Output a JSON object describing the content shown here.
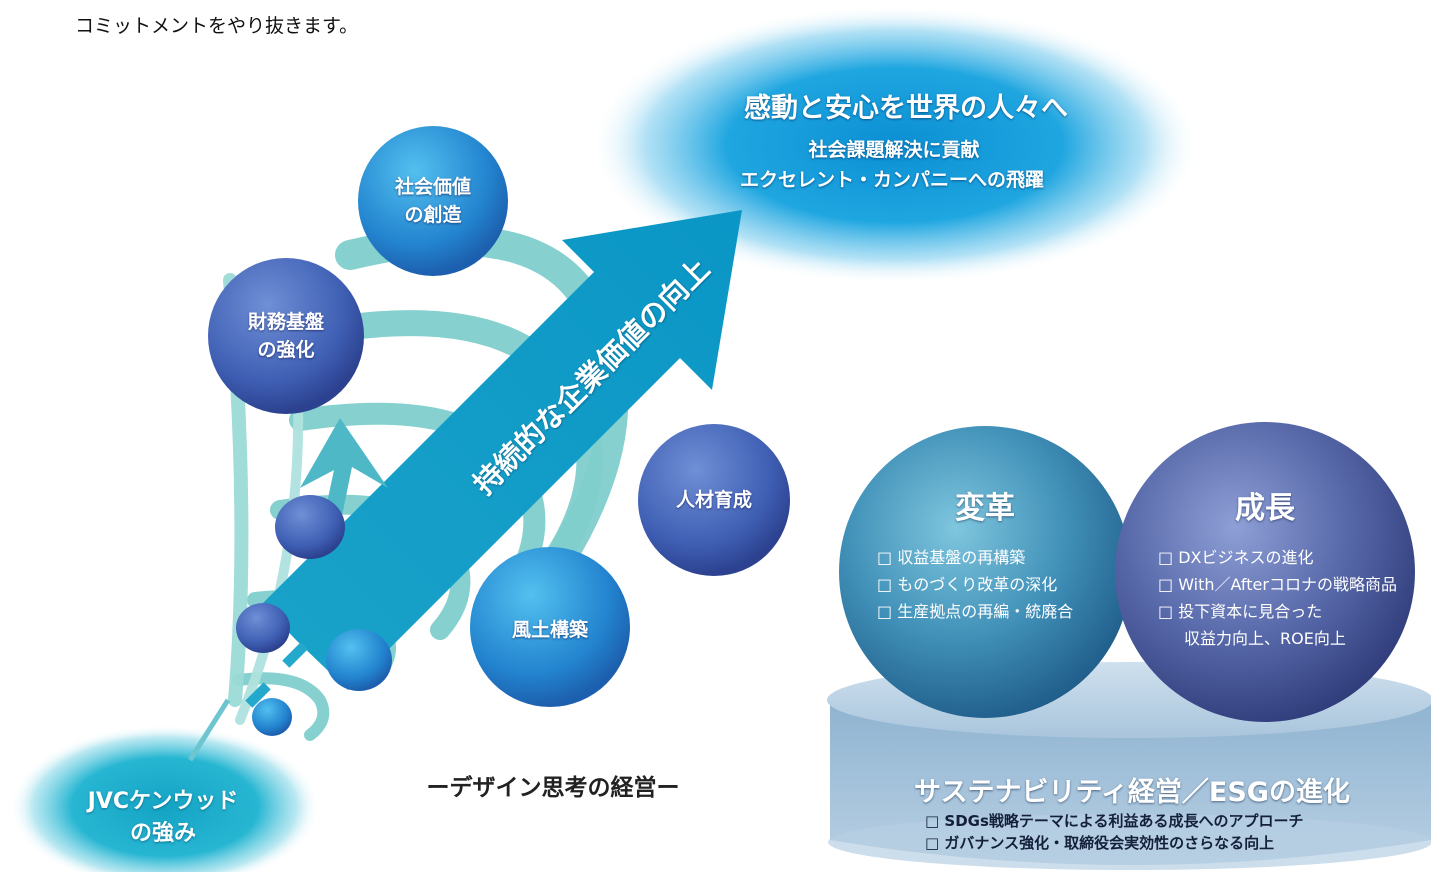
{
  "lead_text": "コミットメントをやり抜きます。",
  "goal": {
    "title": "感動と安心を世界の人々へ",
    "lines": [
      "社会課題解決に貢献",
      "エクセレント・カンパニーへの飛躍"
    ]
  },
  "arrow_label": "持続的な企業価値の向上",
  "bubbles": {
    "social_value": [
      "社会価値",
      "の創造"
    ],
    "finance": [
      "財務基盤",
      "の強化"
    ],
    "human": "人材育成",
    "culture": "風土構築"
  },
  "strength": [
    "JVCケンウッド",
    "の強み"
  ],
  "design_management": "ーデザイン思考の経営ー",
  "reform": {
    "title": "変革",
    "items": [
      "□ 収益基盤の再構築",
      "□ ものづくり改革の深化",
      "□ 生産拠点の再編・統廃合"
    ]
  },
  "growth": {
    "title": "成長",
    "items": [
      "□ DXビジネスの進化",
      "□ With／Afterコロナの戦略商品",
      "□ 投下資本に見合った",
      "収益力向上、ROE向上"
    ]
  },
  "pedestal": {
    "title": "サステナビリティ経営／ESGの進化",
    "items": [
      "□ SDGs戦略テーマによる利益ある成長へのアプローチ",
      "□ ガバナンス強化・取締役会実効性のさらなる向上"
    ]
  }
}
